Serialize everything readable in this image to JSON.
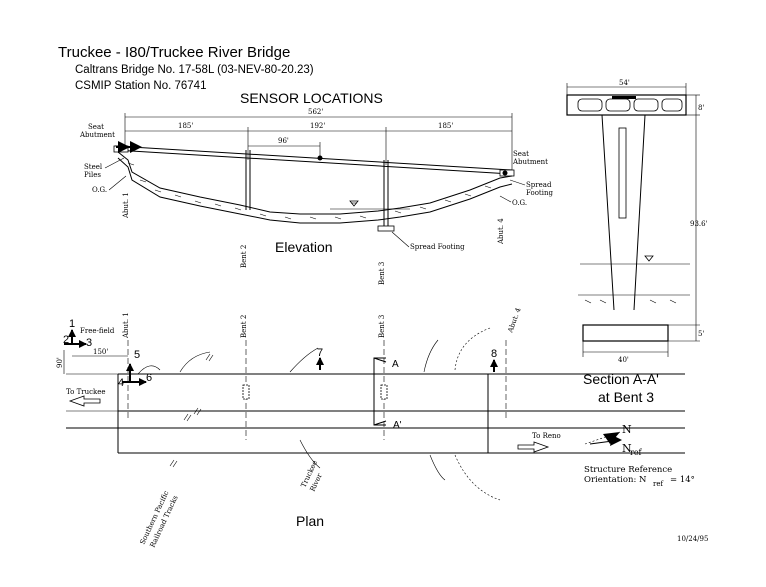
{
  "header": {
    "title": "Truckee - I80/Truckee River Bridge",
    "bridge_no": "Caltrans Bridge No. 17-58L (03-NEV-80-20.23)",
    "station": "CSMIP Station No. 76741",
    "section_title": "SENSOR LOCATIONS"
  },
  "elevation": {
    "caption": "Elevation",
    "dim_total": "562'",
    "dim_span1": "185'",
    "dim_span2": "192'",
    "dim_span3": "185'",
    "dim_sub": "96'",
    "seat_abutment_left": [
      "Seat",
      "Abutment"
    ],
    "seat_abutment_right": [
      "Seat",
      "Abutment"
    ],
    "steel_piles": [
      "Steel",
      "Piles"
    ],
    "og_left": "O.G.",
    "og_right": "O.G.",
    "spread_footing_right": [
      "Spread",
      "Footing"
    ],
    "spread_footing_center": "Spread Footing",
    "abut1": "Abut. 1",
    "bent2": "Bent 2",
    "bent3": "Bent 3",
    "abut4": "Abut. 4"
  },
  "section": {
    "title": "Section A-A'",
    "subtitle": "at Bent 3",
    "dim_top": "54'",
    "dim_deck": "8'",
    "dim_height": "93.6'",
    "dim_footing": "5'",
    "dim_base": "40'"
  },
  "plan": {
    "caption": "Plan",
    "free_field": "Free-field",
    "dim_90": "90'",
    "dim_150": "150'",
    "to_truckee": "To Truckee",
    "to_reno": "To Reno",
    "railroad": [
      "Southern Pacific",
      "Railroad Tracks"
    ],
    "river": [
      "Truckee",
      "River"
    ],
    "section_a": "A",
    "section_a_prime": "A'",
    "abut1": "Abut. 1",
    "bent2": "Bent 2",
    "bent3": "Bent 3",
    "abut4": "Abut. 4",
    "sensors": [
      "1",
      "2",
      "3",
      "4",
      "5",
      "6",
      "7",
      "8"
    ]
  },
  "reference": {
    "north": "N",
    "north_ref": "N",
    "north_ref_sub": "ref",
    "line1": "Structure Reference",
    "line2_pre": "Orientation: N",
    "line2_sub": "ref",
    "line2_post": "= 14°"
  },
  "date": "10/24/95"
}
